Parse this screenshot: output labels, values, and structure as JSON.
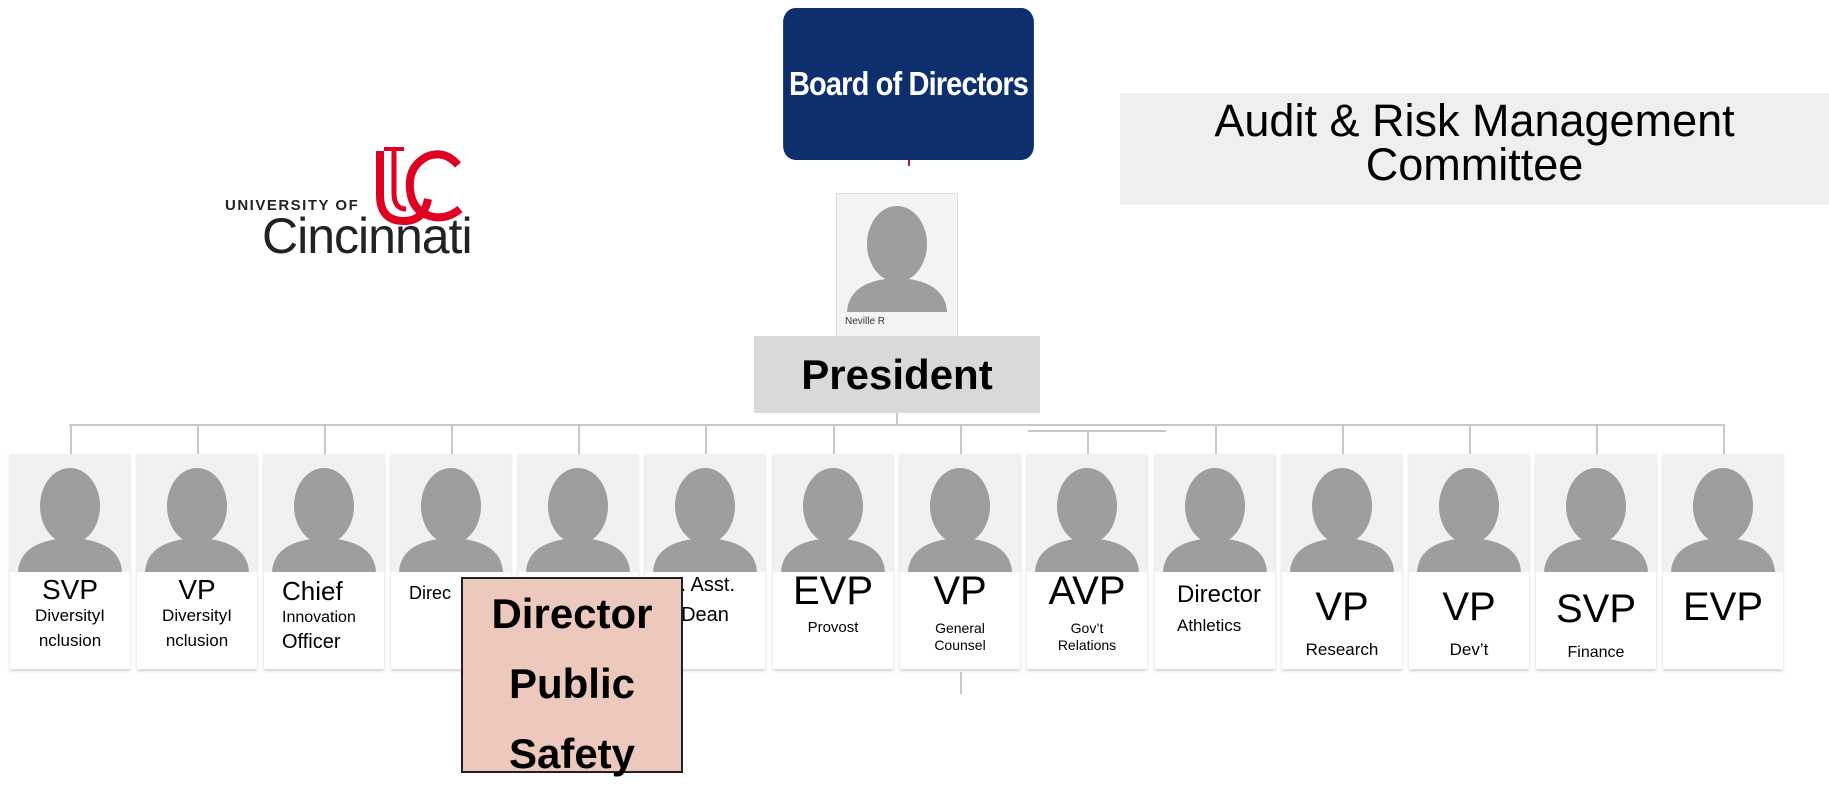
{
  "board": {
    "label": "Board of Directors",
    "color": "#0e2f6e"
  },
  "audit": {
    "line1": "Audit & Risk Management",
    "line2": "Committee"
  },
  "logo": {
    "university_of": "UNIVERSITY OF",
    "name": "Cincinnati",
    "mark_color": "#e00122"
  },
  "president": {
    "label": "President",
    "photo_caption": "Neville R"
  },
  "cards": [
    {
      "title": "SVP",
      "sub1": "DiversityI",
      "sub2": "nclusion"
    },
    {
      "title": "VP",
      "sub1": "DiversityI",
      "sub2": "nclusion"
    },
    {
      "title": "Chief",
      "sub1": "Innovation",
      "sub2": "Officer"
    },
    {
      "title": "Direc",
      "sub1": "",
      "sub2": ""
    },
    {
      "title": "",
      "sub1": "",
      "sub2": ""
    },
    {
      "title": "r. Asst.",
      "sub1": "Dean",
      "sub2": ""
    },
    {
      "title": "EVP",
      "sub1": "Provost",
      "sub2": ""
    },
    {
      "title": "VP",
      "sub1": "General",
      "sub2": "Counsel"
    },
    {
      "title": "AVP",
      "sub1": "Gov’t",
      "sub2": "Relations"
    },
    {
      "title": "Director",
      "sub1": "Athletics",
      "sub2": ""
    },
    {
      "title": "VP",
      "sub1": "Research",
      "sub2": ""
    },
    {
      "title": "VP",
      "sub1": "Dev’t",
      "sub2": ""
    },
    {
      "title": "SVP",
      "sub1": "Finance",
      "sub2": ""
    },
    {
      "title": "EVP",
      "sub1": "",
      "sub2": ""
    }
  ],
  "highlight": {
    "line1": "Director",
    "line2": "Public",
    "line3": "Safety",
    "color": "#ecc8bd"
  }
}
